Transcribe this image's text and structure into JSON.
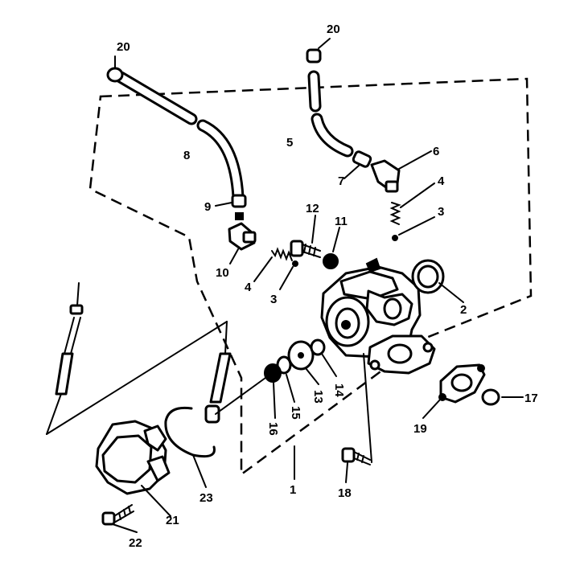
{
  "callouts": [
    {
      "id": "c2",
      "text": "2"
    },
    {
      "id": "c3a",
      "text": "3"
    },
    {
      "id": "c3b",
      "text": "3"
    },
    {
      "id": "c4a",
      "text": "4"
    },
    {
      "id": "c4b",
      "text": "4"
    },
    {
      "id": "c5",
      "text": "5"
    },
    {
      "id": "c6",
      "text": "6"
    },
    {
      "id": "c7",
      "text": "7"
    },
    {
      "id": "c8",
      "text": "8"
    },
    {
      "id": "c9",
      "text": "9"
    },
    {
      "id": "c10",
      "text": "10"
    },
    {
      "id": "c11",
      "text": "11"
    },
    {
      "id": "c12",
      "text": "12"
    },
    {
      "id": "c13",
      "text": "13"
    },
    {
      "id": "c14",
      "text": "14"
    },
    {
      "id": "c15",
      "text": "15"
    },
    {
      "id": "c16",
      "text": "16"
    },
    {
      "id": "c17",
      "text": "17"
    },
    {
      "id": "c18",
      "text": "18"
    },
    {
      "id": "c19",
      "text": "19"
    },
    {
      "id": "c20a",
      "text": "20"
    },
    {
      "id": "c20b",
      "text": "20"
    },
    {
      "id": "c21",
      "text": "21"
    },
    {
      "id": "c22",
      "text": "22"
    },
    {
      "id": "c23",
      "text": "23"
    },
    {
      "id": "c1",
      "text": "1"
    }
  ]
}
